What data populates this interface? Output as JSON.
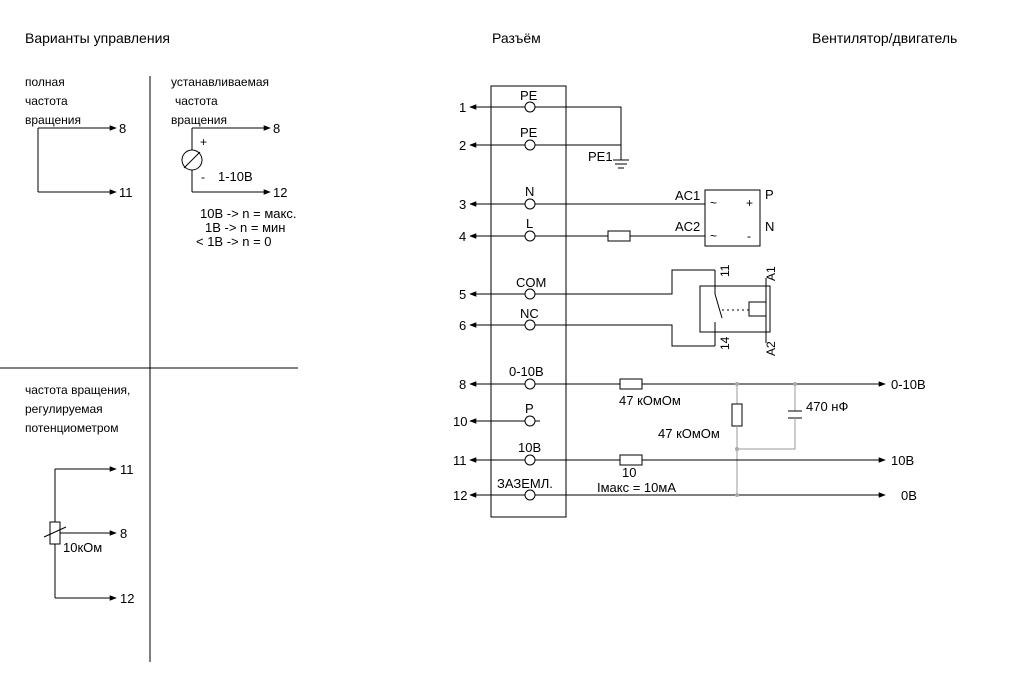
{
  "headers": {
    "control_options": "Варианты управления",
    "connector": "Разъём",
    "fan_motor": "Вентилятор/двигатель"
  },
  "full_speed": {
    "line1": "полная",
    "line2": "частота",
    "line3": "вращения",
    "pin_a": "8",
    "pin_b": "11"
  },
  "adjustable_speed": {
    "line1": "устанавливаемая",
    "line2": "частота",
    "line3": "вращения",
    "pin_a": "8",
    "pin_b": "12",
    "plus": "+",
    "minus": "-",
    "range": "1-10В",
    "note1": "10В -> n = макс.",
    "note2": "1В -> n = мин",
    "note3": "< 1В -> n = 0"
  },
  "potentiometer": {
    "line1": "частота вращения,",
    "line2": "регулируемая",
    "line3": "потенциометром",
    "pin_top": "11",
    "pin_mid": "8",
    "pin_bot": "12",
    "value": "10кОм"
  },
  "connector_pins": [
    {
      "num": "1",
      "label": "PE"
    },
    {
      "num": "2",
      "label": "PE"
    },
    {
      "num": "3",
      "label": "N"
    },
    {
      "num": "4",
      "label": "L"
    },
    {
      "num": "5",
      "label": "COM"
    },
    {
      "num": "6",
      "label": "NC"
    },
    {
      "num": "8",
      "label": "0-10В"
    },
    {
      "num": "10",
      "label": "P"
    },
    {
      "num": "11",
      "label": "10В"
    },
    {
      "num": "12",
      "label": "ЗАЗЕМЛ."
    }
  ],
  "motor": {
    "pe1": "PE1",
    "ac1": "AC1",
    "ac2": "AC2",
    "p": "P",
    "n": "N",
    "relay_11": "11",
    "relay_14": "14",
    "relay_a1": "A1",
    "relay_a2": "A2",
    "r1": "47 кОмОм",
    "r2": "47 кОмОм",
    "r3": "10",
    "cap": "470 нФ",
    "imax": "Iмакс = 10мА",
    "out_010": "0-10В",
    "out_10": "10В",
    "out_0": "0В"
  }
}
